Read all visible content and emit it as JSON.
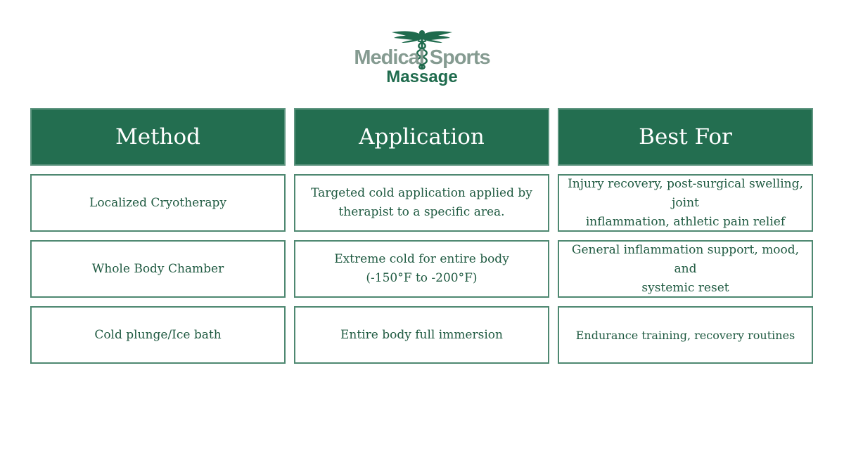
{
  "logo": {
    "line1_left": "Medical",
    "line1_right": "Sports",
    "line2": "Massage",
    "emblem": "caduceus-icon",
    "colors": {
      "grey": "#859b91",
      "green": "#1f6b4d"
    }
  },
  "table": {
    "header_bg": "#236e50",
    "border_color": "#4e8871",
    "columns": [
      "Method",
      "Application",
      "Best For"
    ],
    "rows": [
      [
        "Localized Cryotherapy",
        "Targeted cold application applied by\ntherapist to a specific area.",
        "Injury recovery, post-surgical swelling, joint\ninflammation, athletic pain relief"
      ],
      [
        "Whole Body Chamber",
        "Extreme cold for entire body\n(-150°F to -200°F)",
        "General inflammation support, mood, and\nsystemic reset"
      ],
      [
        "Cold plunge/Ice bath",
        "Entire body full immersion",
        "Endurance training, recovery routines"
      ]
    ]
  }
}
